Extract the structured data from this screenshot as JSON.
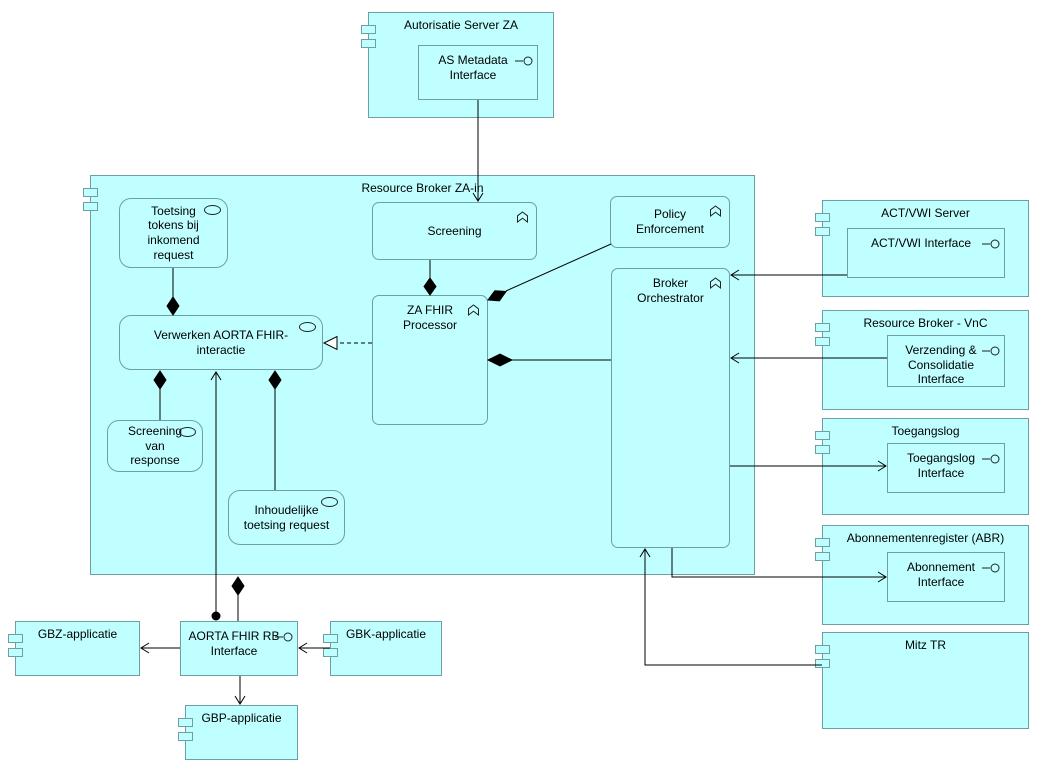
{
  "colors": {
    "element_fill": "#bfffff",
    "element_border": "#6e9fa5",
    "connector": "#000000"
  },
  "icons": {
    "component": "uml-component-tabs",
    "interface": "lollipop-circle",
    "application_service": "oval",
    "application_function": "chevron-arrow"
  },
  "nodes": {
    "autorisatie_server_za": "Autorisatie Server ZA",
    "as_metadata_interface": "AS Metadata Interface",
    "resource_broker_za_in": "Resource Broker ZA-in",
    "toetsing_tokens": "Toetsing tokens bij inkomend request",
    "screening": "Screening",
    "policy_enforcement": "Policy Enforcement",
    "za_fhir_processor": "ZA FHIR Processor",
    "verwerken_aorta_fhir": "Verwerken AORTA FHIR-interactie",
    "screening_van_response": "Screening van response",
    "inhoudelijke_toetsing": "Inhoudelijke toetsing request",
    "broker_orchestrator": "Broker Orchestrator",
    "act_vwi_server": "ACT/VWI Server",
    "act_vwi_interface": "ACT/VWI Interface",
    "resource_broker_vnc": "Resource Broker - VnC",
    "verzending_consolidatie_interface": "Verzending & Consolidatie Interface",
    "toegangslog": "Toegangslog",
    "toegangslog_interface": "Toegangslog Interface",
    "abonnementenregister_abr": "Abonnementenregister (ABR)",
    "abonnement_interface": "Abonnement Interface",
    "mitz_tr": "Mitz TR",
    "gbz_applicatie": "GBZ-applicatie",
    "aorta_fhir_rb_interface": "AORTA FHIR RB Interface",
    "gbk_applicatie": "GBK-applicatie",
    "gbp_applicatie": "GBP-applicatie"
  }
}
